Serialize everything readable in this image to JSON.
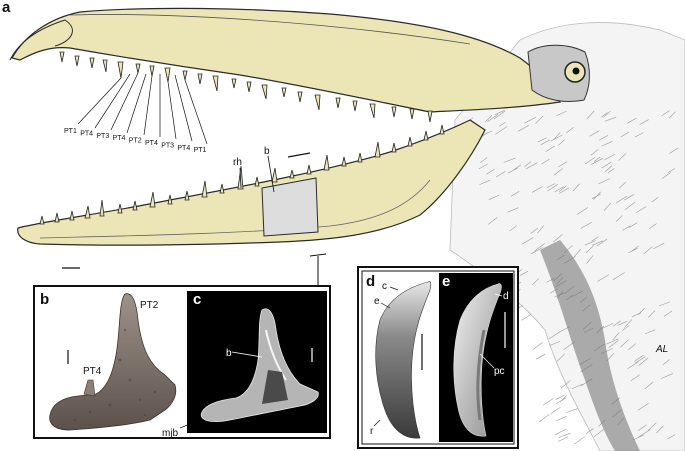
{
  "panels": {
    "a": "a",
    "b": "b",
    "c": "c",
    "d": "d",
    "e": "e"
  },
  "tooth_labels": [
    "PT1",
    "PT4",
    "PT3",
    "PT4",
    "PT2",
    "PT4",
    "PT3",
    "PT4",
    "PT1"
  ],
  "main_labels": {
    "rh": "rh",
    "b": "b"
  },
  "panel_b_labels": {
    "pt2": "PT2",
    "pt4": "PT4",
    "mjb": "mjb"
  },
  "panel_c_labels": {
    "b": "b"
  },
  "panel_d_labels": {
    "c": "c",
    "e": "e",
    "r": "r"
  },
  "panel_e_labels": {
    "d": "d",
    "pc": "pc"
  },
  "signature": "AL",
  "colors": {
    "beak": "#ece6b6",
    "beak_stroke": "#2a2a2a",
    "eye_patch": "#c8c8c8",
    "photo_bg": "#000000",
    "bone": "#7a6f66"
  }
}
